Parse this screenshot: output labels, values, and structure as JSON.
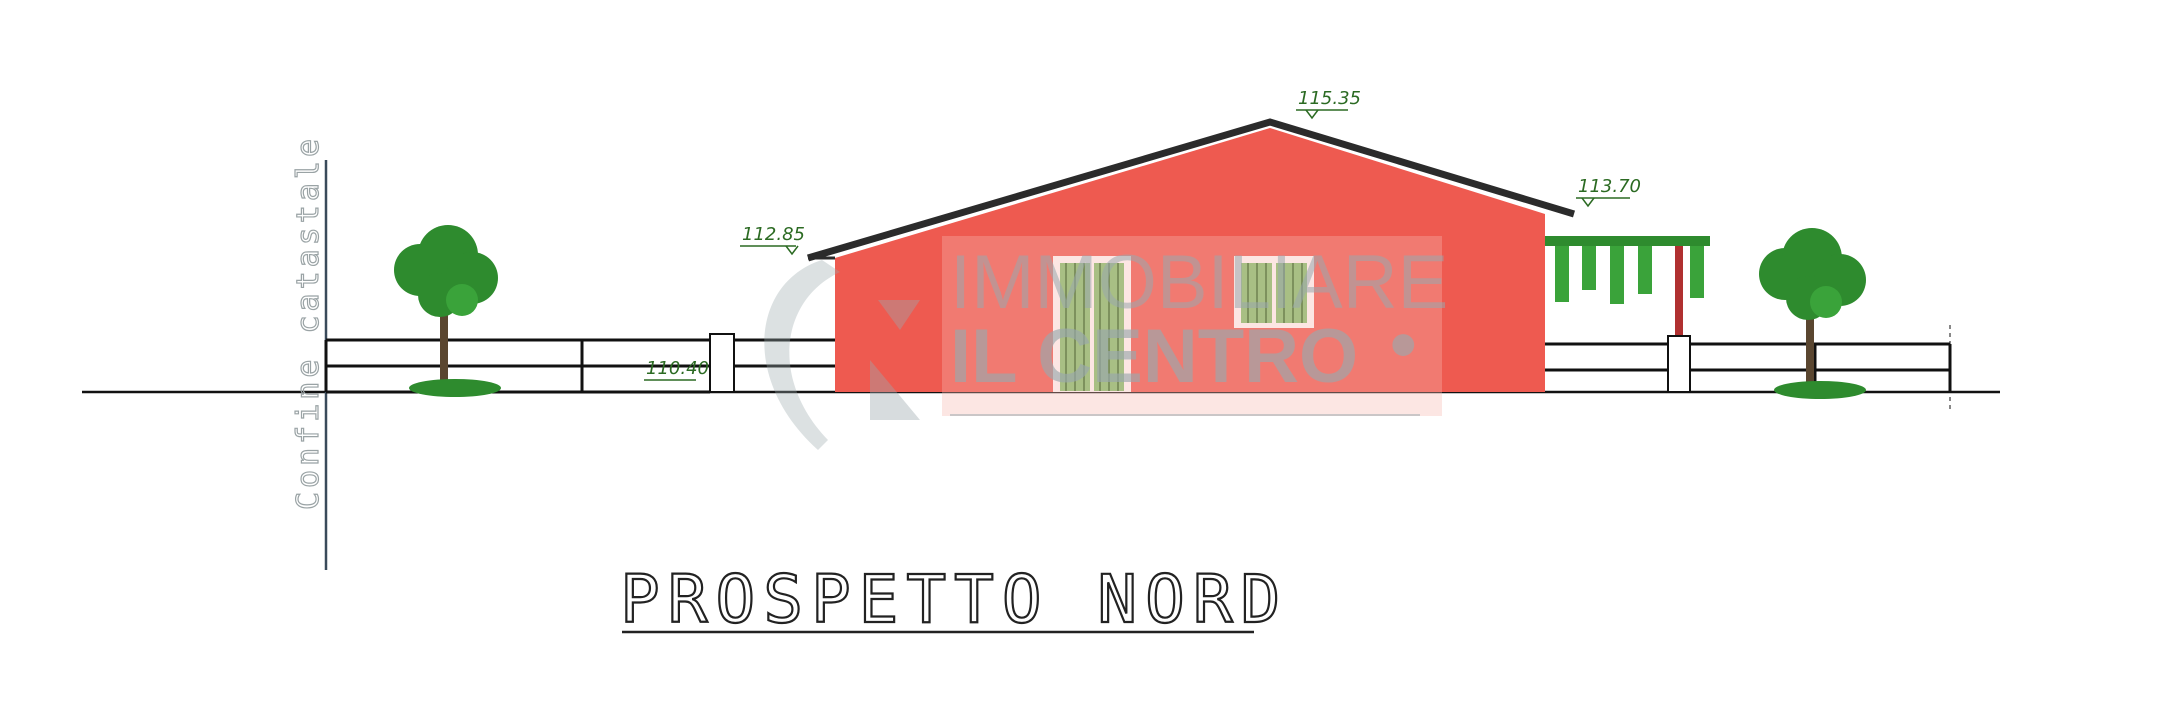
{
  "drawing": {
    "title": "PROSPETTO NORD",
    "side_label": "Confine catastale",
    "levels": {
      "ridge": "115.35",
      "eave_left": "112.85",
      "eave_right": "113.70",
      "ground": "110.40"
    }
  },
  "watermark": {
    "line1": "IMMOBILIARE",
    "line2": "IL CENTRO",
    "dot": "•"
  },
  "colors": {
    "wall": "#ee5a50",
    "roof": "#2b2b2b",
    "shutters": "#7fc46e",
    "vegetation": "#2e8b2e",
    "level_text": "#2b6a22"
  }
}
